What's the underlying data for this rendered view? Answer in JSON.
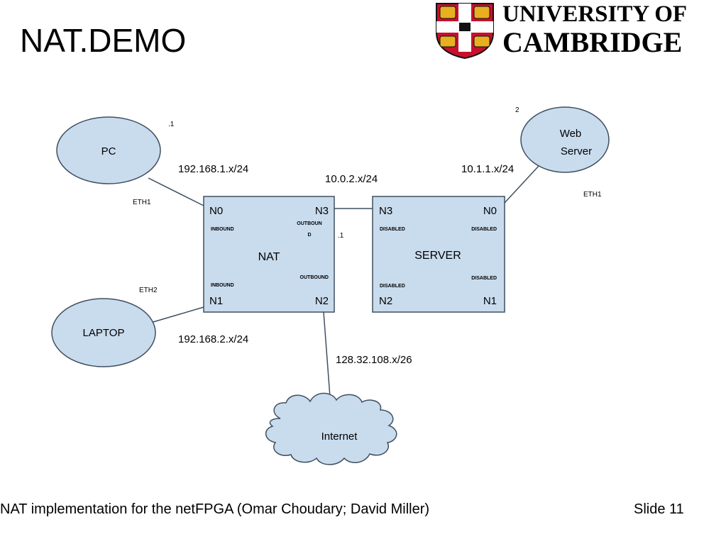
{
  "slide": {
    "title": "NAT.DEMO",
    "footer_left": "NAT implementation for the netFPGA  (Omar Choudary; David Miller)",
    "footer_right": "Slide 11"
  },
  "logo": {
    "line1": "UNIVERSITY OF",
    "line2": "CAMBRIDGE",
    "shield_colors": {
      "red": "#c8102e",
      "gold": "#e8b020",
      "white": "#ffffff",
      "black": "#111111"
    }
  },
  "colors": {
    "node_fill": "#c9dcee",
    "stroke": "#3f4f5f"
  },
  "diagram": {
    "pc": {
      "label": "PC",
      "addr_suffix": ".1",
      "interface": "ETH1"
    },
    "laptop": {
      "label": "LAPTOP",
      "interface": "ETH2"
    },
    "web_server": {
      "label_line1": "Web",
      "label_line2": "Server",
      "addr_suffix": "2",
      "interface": "ETH1"
    },
    "internet": {
      "label": "Internet"
    },
    "nat": {
      "label": "NAT",
      "ports": {
        "n0": "N0",
        "n1": "N1",
        "n2": "N2",
        "n3": "N3"
      },
      "modes": {
        "n0": "INBOUND",
        "n3_line1": "OUTBOUN",
        "n3_line2": "D",
        "n1": "INBOUND",
        "n2": "OUTBOUND"
      },
      "addr_suffix": ".1"
    },
    "server": {
      "label": "SERVER",
      "ports": {
        "n3": "N3",
        "n0": "N0",
        "n2": "N2",
        "n1": "N1"
      },
      "modes": {
        "n3": "DISABLED",
        "n0": "DISABLED",
        "n2": "DISABLED",
        "n1": "DISABLED"
      }
    },
    "networks": {
      "pc_nat": "192.168.1.x/24",
      "nat_server": "10.0.2.x/24",
      "server_web": "10.1.1.x/24",
      "laptop_nat": "192.168.2.x/24",
      "nat_internet": "128.32.108.x/26"
    }
  }
}
